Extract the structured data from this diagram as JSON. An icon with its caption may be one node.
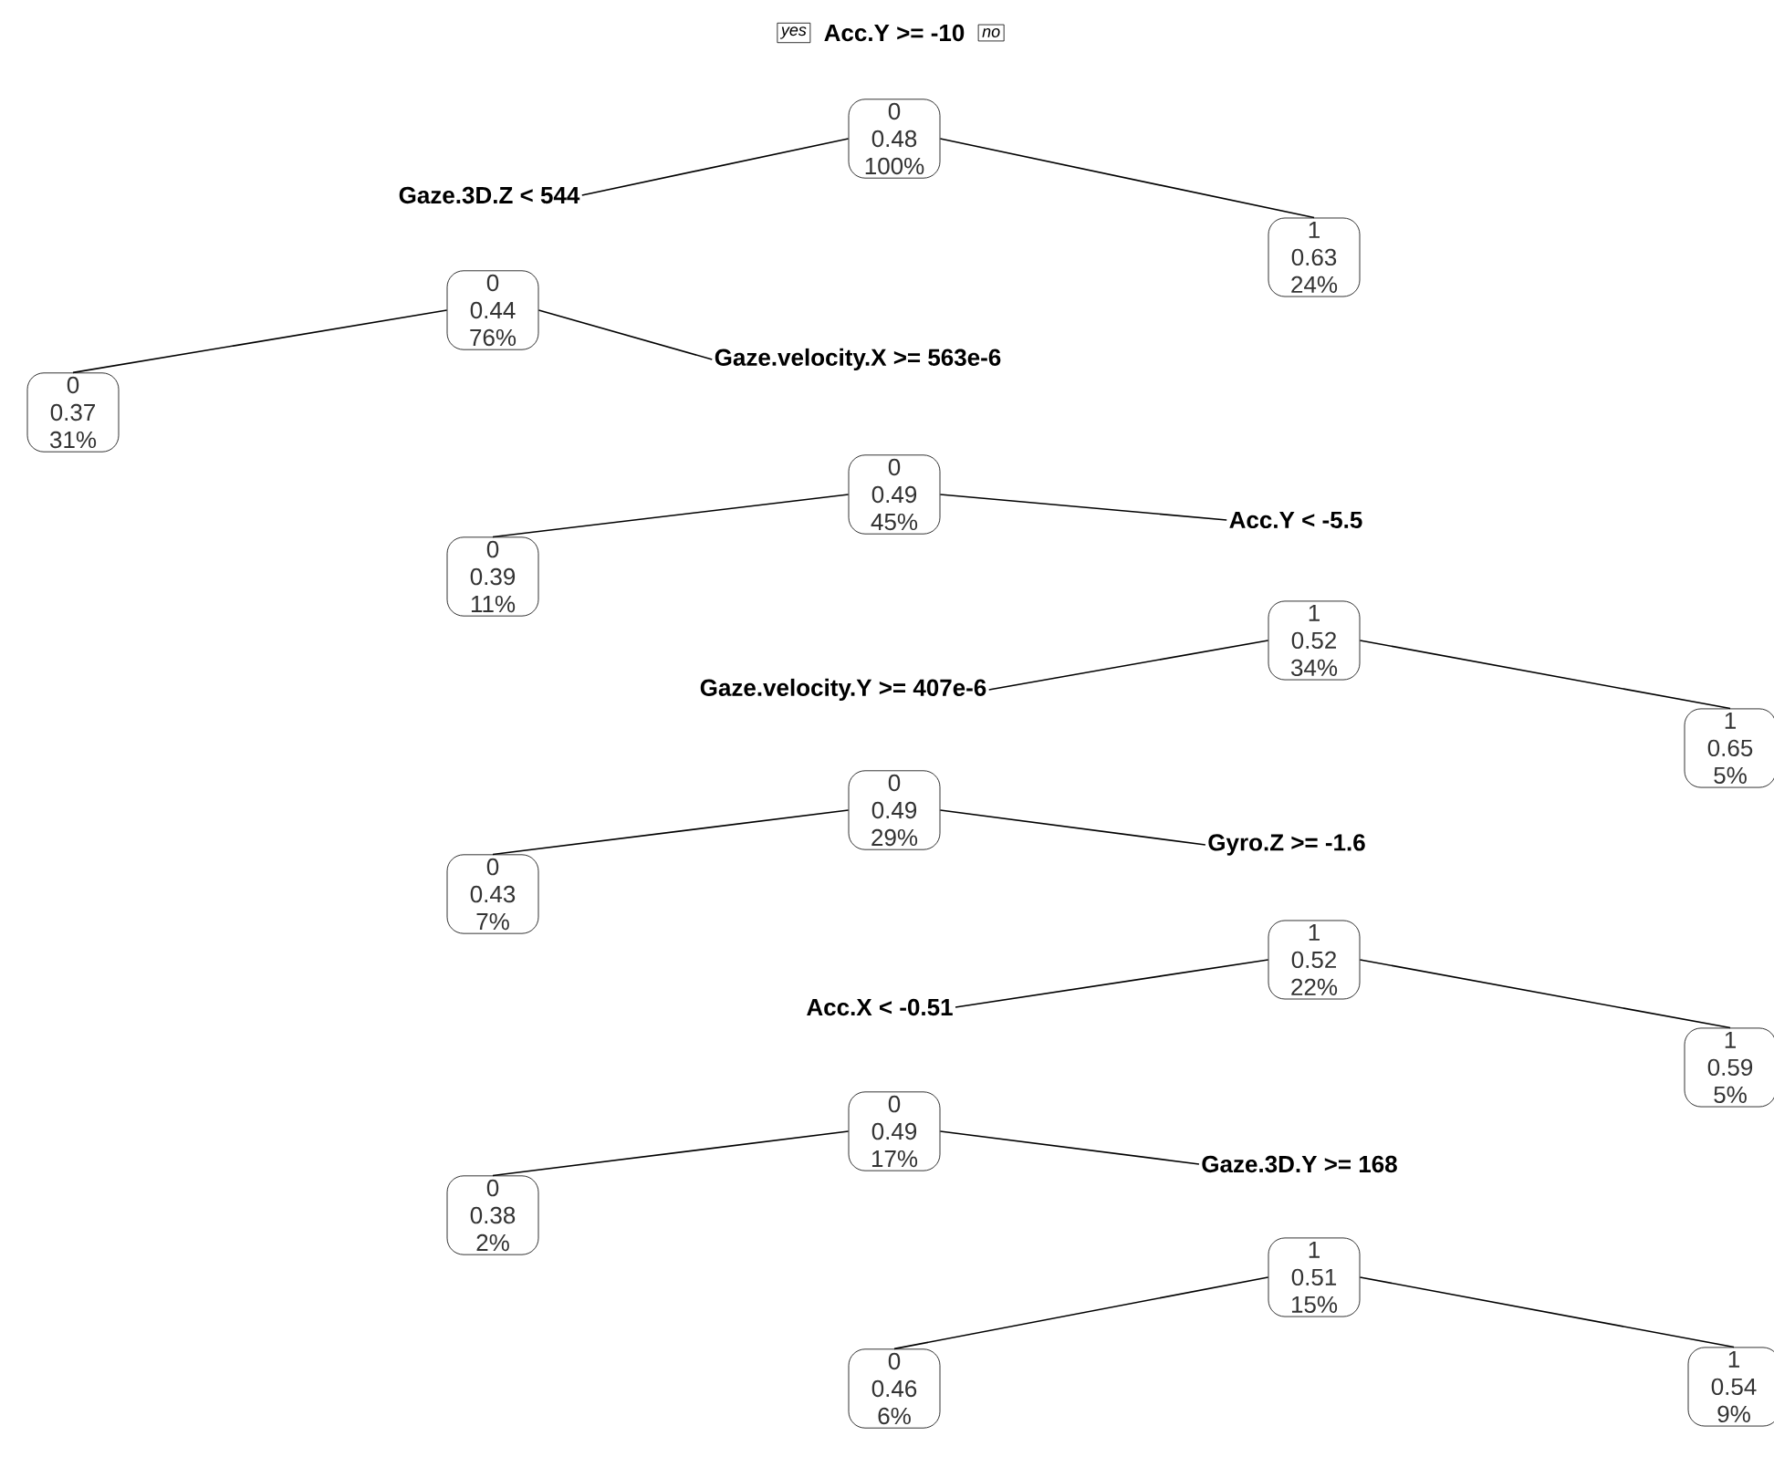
{
  "diagram": {
    "nodes": [
      {
        "text": [
          "Acc.Y >= -10",
          "0",
          "0.48",
          "100%"
        ]
      },
      {
        "text": [
          "Gaze.3D.Z < 544",
          "0",
          "0.44",
          "76%"
        ]
      },
      {
        "text": [
          "0",
          "0.37",
          "31%"
        ]
      },
      {
        "text": [
          "Gaze.velocity.X >= 563e-6",
          "0",
          "0.49",
          "45%"
        ]
      },
      {
        "text": [
          "0",
          "0.39",
          "11%"
        ]
      },
      {
        "text": [
          "Acc.Y < -5.5",
          "1",
          "0.52",
          "34%"
        ]
      },
      {
        "text": [
          "Gaze.velocity.Y >= 407e-6",
          "0",
          "0.49",
          "29%"
        ]
      },
      {
        "text": [
          "0",
          "0.43",
          "7%"
        ]
      },
      {
        "text": [
          "Gyro.Z >= -1.6",
          "1",
          "0.52",
          "22%"
        ]
      },
      {
        "text": [
          "Acc.X < -0.51",
          "0",
          "0.49",
          "17%"
        ]
      },
      {
        "text": [
          "0",
          "0.38",
          "2%"
        ]
      },
      {
        "text": [
          "Gaze.3D.Y >= 168",
          "1",
          "0.51",
          "15%"
        ]
      },
      {
        "text": [
          "0",
          "0.46",
          "6%"
        ]
      },
      {
        "text": [
          "1",
          "0.54",
          "9%"
        ]
      },
      {
        "text": [
          "1",
          "0.59",
          "5%"
        ]
      },
      {
        "text": [
          "1",
          "0.65",
          "5%"
        ]
      },
      {
        "text": [
          "1",
          "0.63",
          "24%"
        ]
      }
    ],
    "edges": [
      {
        "from": 0,
        "to": 1,
        "arrow": "none"
      },
      {
        "from": 0,
        "to": 16,
        "arrow": "none"
      },
      {
        "from": 1,
        "to": 2,
        "arrow": "none"
      },
      {
        "from": 1,
        "to": 3,
        "arrow": "none"
      },
      {
        "from": 3,
        "to": 4,
        "arrow": "none"
      },
      {
        "from": 3,
        "to": 5,
        "arrow": "none"
      },
      {
        "from": 5,
        "to": 6,
        "arrow": "none"
      },
      {
        "from": 5,
        "to": 15,
        "arrow": "none"
      },
      {
        "from": 6,
        "to": 7,
        "arrow": "none"
      },
      {
        "from": 6,
        "to": 8,
        "arrow": "none"
      },
      {
        "from": 8,
        "to": 9,
        "arrow": "none"
      },
      {
        "from": 8,
        "to": 14,
        "arrow": "none"
      },
      {
        "from": 9,
        "to": 10,
        "arrow": "none"
      },
      {
        "from": 9,
        "to": 11,
        "arrow": "none"
      },
      {
        "from": 11,
        "to": 12,
        "arrow": "none"
      },
      {
        "from": 11,
        "to": 13,
        "arrow": "none"
      }
    ],
    "labels": [
      "yes",
      "no"
    ]
  }
}
